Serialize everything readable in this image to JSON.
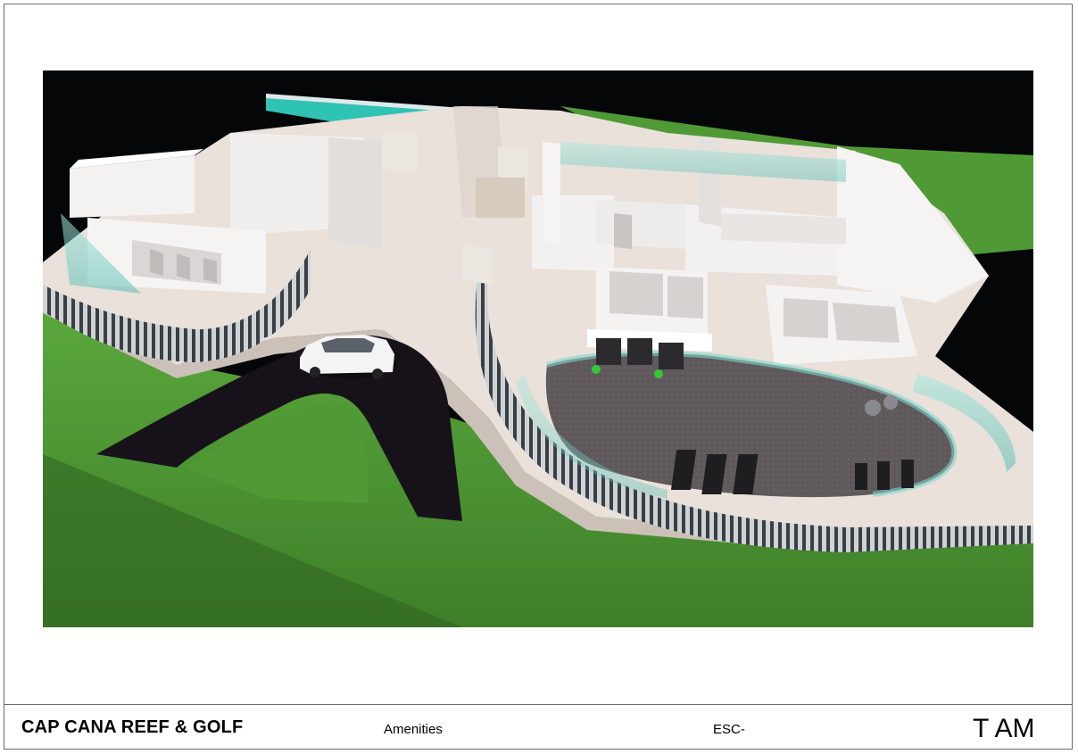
{
  "render": {
    "subject": "amenities-aerial-render",
    "colors": {
      "background": "#050608",
      "lawn": "#4f9a35",
      "paving": "#e9e1da",
      "walls": "#f1efee",
      "asphalt": "#17121a",
      "gym_floor": "#5f595b",
      "glass": "#7fd6cc",
      "pool": "#2fc3b4"
    }
  },
  "titleblock": {
    "project": "CAP CANA REEF & GOLF",
    "sheet_name": "Amenities",
    "code": "ESC-",
    "initials": "T AM"
  }
}
